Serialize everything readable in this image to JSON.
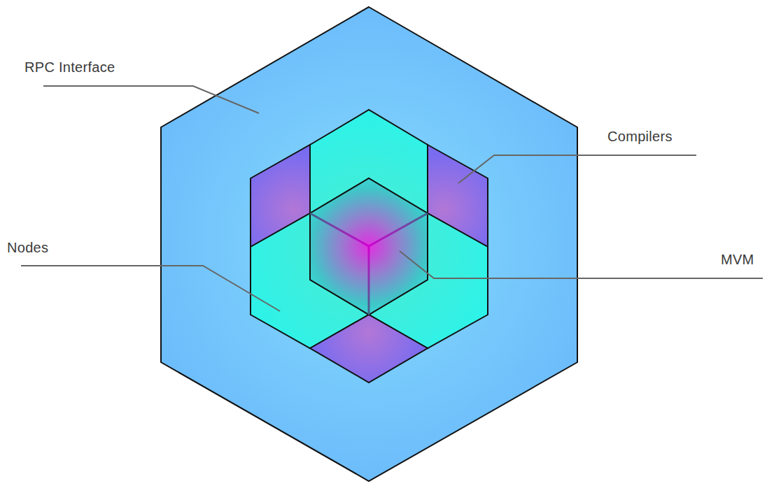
{
  "diagram": {
    "labels": [
      "RPC Interface",
      "Compilers",
      "Nodes",
      "MVM"
    ]
  }
}
